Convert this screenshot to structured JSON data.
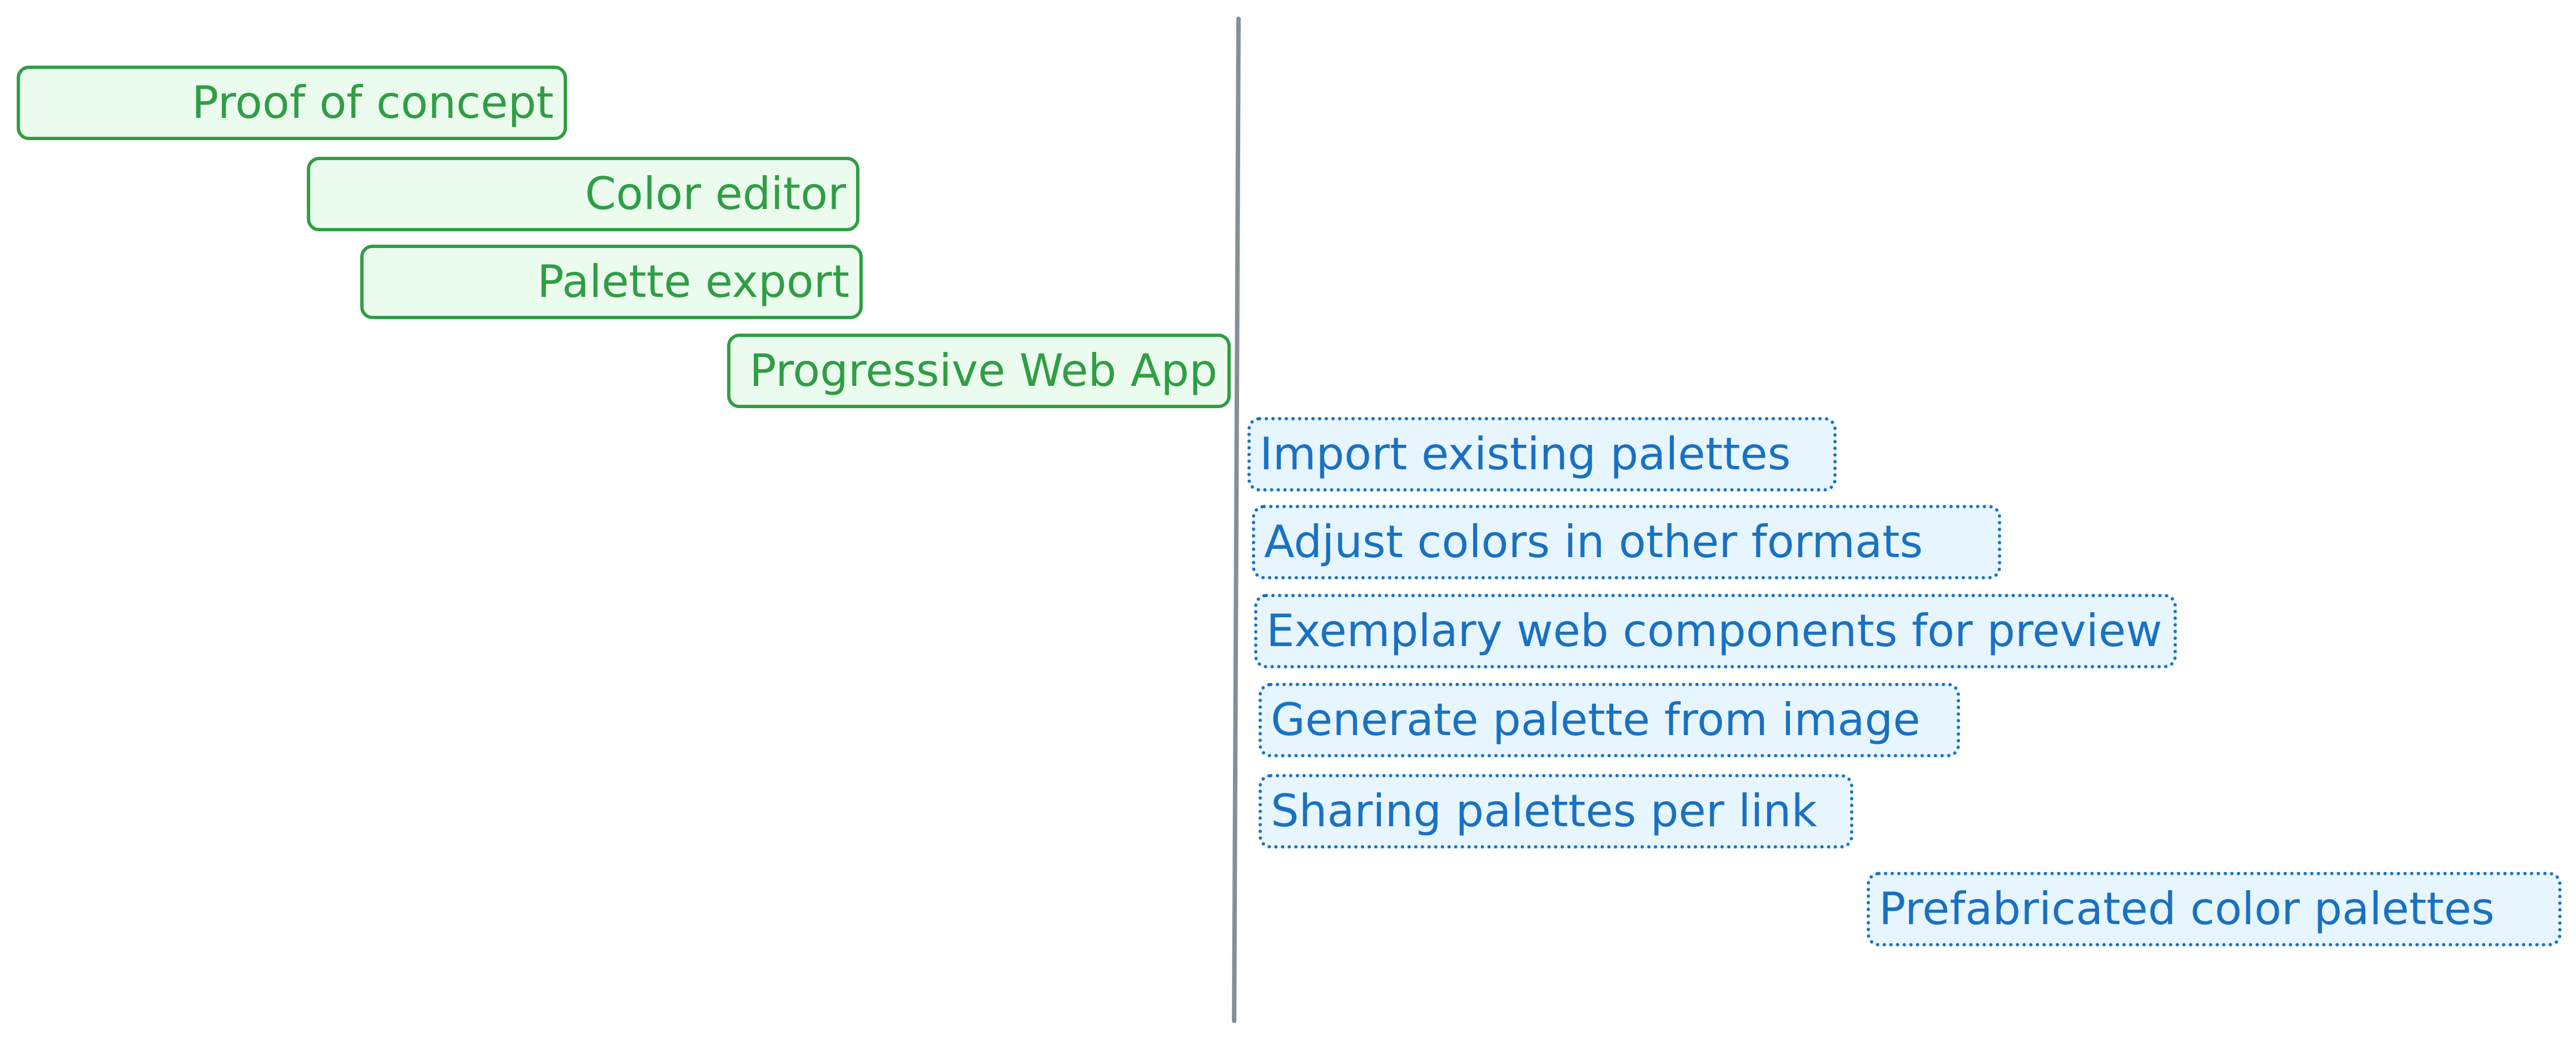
{
  "colors": {
    "done_stroke": "#2f9e44",
    "done_fill": "#ebfbee",
    "todo_stroke": "#1971c2",
    "todo_fill": "#e7f5ff",
    "divider": "#868e96"
  },
  "completed": [
    {
      "label": "Proof of concept"
    },
    {
      "label": "Color editor"
    },
    {
      "label": "Palette export"
    },
    {
      "label": "Progressive Web App"
    }
  ],
  "planned": [
    {
      "label": "Import existing palettes"
    },
    {
      "label": "Adjust colors in other formats"
    },
    {
      "label": "Exemplary web components for preview"
    },
    {
      "label": "Generate palette from image"
    },
    {
      "label": "Sharing palettes per link"
    },
    {
      "label": "Prefabricated color palettes"
    }
  ]
}
